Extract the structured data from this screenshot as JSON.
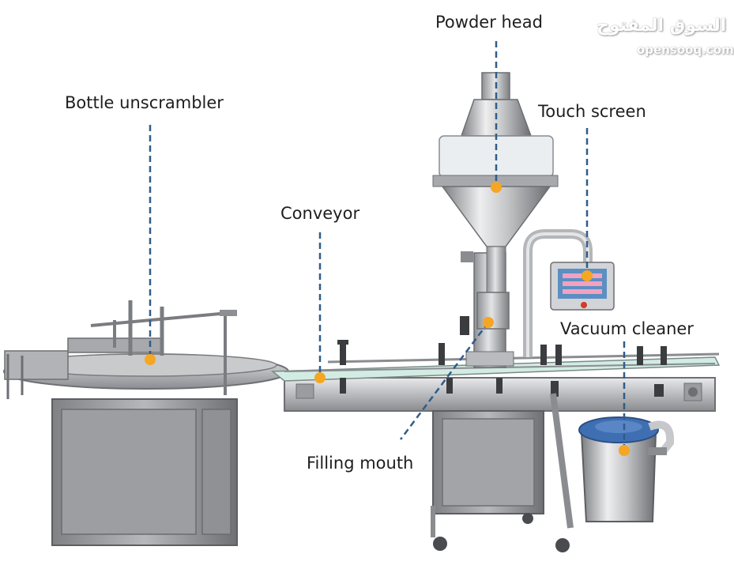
{
  "labels": {
    "powder_head": "Powder head",
    "touch_screen": "Touch screen",
    "bottle_unscrambler": "Bottle unscrambler",
    "conveyor": "Conveyor",
    "vacuum_cleaner": "Vacuum cleaner",
    "filling_mouth": "Filling mouth"
  },
  "watermark": {
    "arabic": "السوق المفتوح",
    "latin": "opensooq.com"
  },
  "colors": {
    "leader_line": "#2f5d8a",
    "marker_dot": "#f5a623",
    "steel_light": "#d9dadc",
    "steel_dark": "#8c8e92",
    "conveyor_belt": "#cfe8df"
  }
}
